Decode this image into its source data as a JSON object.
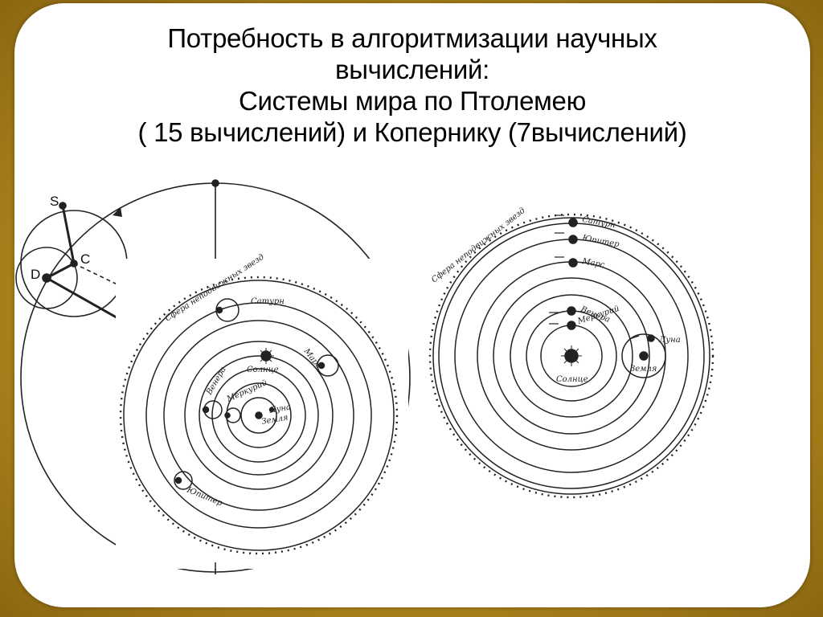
{
  "slide": {
    "title_lines": [
      "Потребность в алгоритмизации научных",
      "вычислений:",
      "Системы мира по Птолемею",
      "( 15 вычислений) и Копернику (7вычислений)"
    ]
  },
  "epicycle_diagram": {
    "labels": {
      "s": "S",
      "c": "C",
      "d": "D"
    }
  },
  "ptolemy_diagram": {
    "sphere_label": "Сфера неподвижных звезд",
    "planets": {
      "saturn": "Сатурн",
      "sun": "Солнце",
      "mars": "Марс",
      "venus": "Венера",
      "mercury": "Меркурий",
      "moon": "Луна",
      "earth": "Земля",
      "jupiter": "Юпитер"
    }
  },
  "copernicus_diagram": {
    "sphere_label": "Сфера неподвижных звезд",
    "planets": {
      "saturn": "Сатурн",
      "jupiter": "Юпитер",
      "mars": "Марс",
      "venus": "Венера",
      "mercury": "Меркурий",
      "sun": "Солнце",
      "moon": "Луна",
      "earth": "Земля"
    }
  },
  "colors": {
    "frame": "#b3891c",
    "slide": "#ffffff",
    "ink": "#222222"
  }
}
